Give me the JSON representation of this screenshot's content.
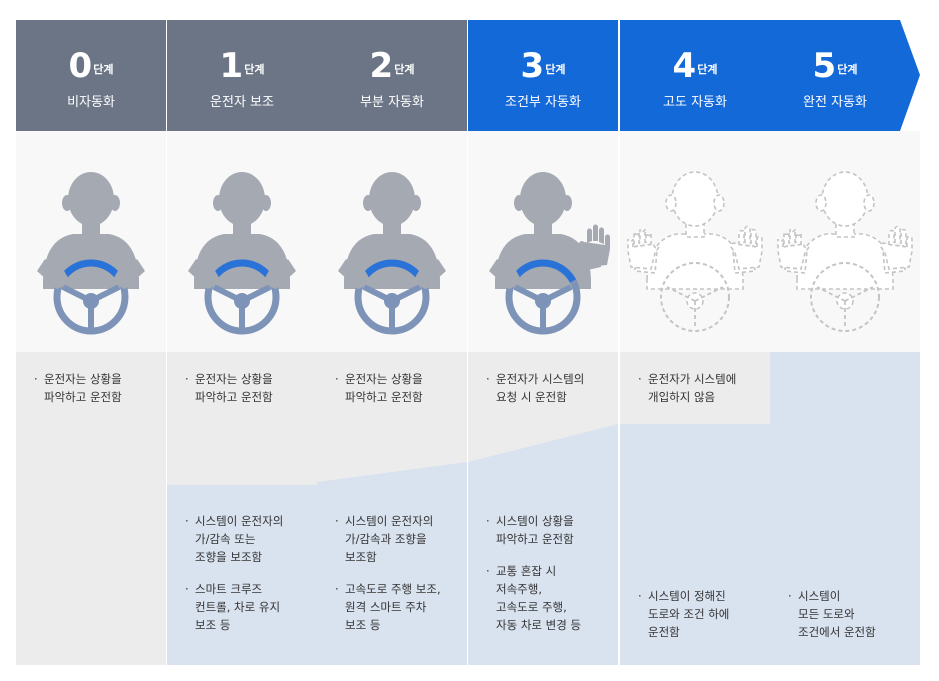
{
  "unit_label": "단계",
  "levels": [
    {
      "number": "0",
      "name": "비자동화",
      "driver_text": [
        "운전자는 상황을",
        "파악하고 운전함"
      ],
      "system_text": []
    },
    {
      "number": "1",
      "name": "운전자 보조",
      "driver_text": [
        "운전자는 상황을",
        "파악하고 운전함"
      ],
      "system_text": [
        [
          "시스템이 운전자의",
          "가/감속 또는",
          "조향을 보조함"
        ],
        [
          "스마트 크루즈",
          "컨트롤, 차로 유지",
          "보조 등"
        ]
      ]
    },
    {
      "number": "2",
      "name": "부분 자동화",
      "driver_text": [
        "운전자는 상황을",
        "파악하고 운전함"
      ],
      "system_text": [
        [
          "시스템이 운전자의",
          "가/감속과 조향을",
          "보조함"
        ],
        [
          "고속도로 주행 보조,",
          "원격 스마트 주차",
          "보조 등"
        ]
      ]
    },
    {
      "number": "3",
      "name": "조건부 자동화",
      "driver_text": [
        "운전자가 시스템의",
        "요청 시 운전함"
      ],
      "system_text": [
        [
          "시스템이 상황을",
          "파악하고 운전함"
        ],
        [
          "교통 혼잡 시",
          "저속주행,",
          "고속도로 주행,",
          "자동 차로 변경 등"
        ]
      ]
    },
    {
      "number": "4",
      "name": "고도 자동화",
      "driver_text": [
        "운전자가 시스템에",
        "개입하지 않음"
      ],
      "system_text": [
        [
          "시스템이 정해진",
          "도로와 조건 하에",
          "운전함"
        ]
      ]
    },
    {
      "number": "5",
      "name": "완전 자동화",
      "driver_text": [],
      "system_text": [
        [
          "시스템이",
          "모든 도로와",
          "조건에서 운전함"
        ]
      ]
    }
  ],
  "colors": {
    "header_gray": "#6b7585",
    "header_blue": "#1469d9",
    "driver_area": "#ececec",
    "system_area": "#d9e2ef",
    "figure_fill": "#a5a9b2",
    "wheel_accent": "#2872d8",
    "wheel_rim": "#7e93b8",
    "dashed_outline": "#c4c4c4"
  },
  "icons": [
    "driver-solid-icon",
    "driver-raised-hand-icon",
    "driver-dashed-outline-icon"
  ]
}
